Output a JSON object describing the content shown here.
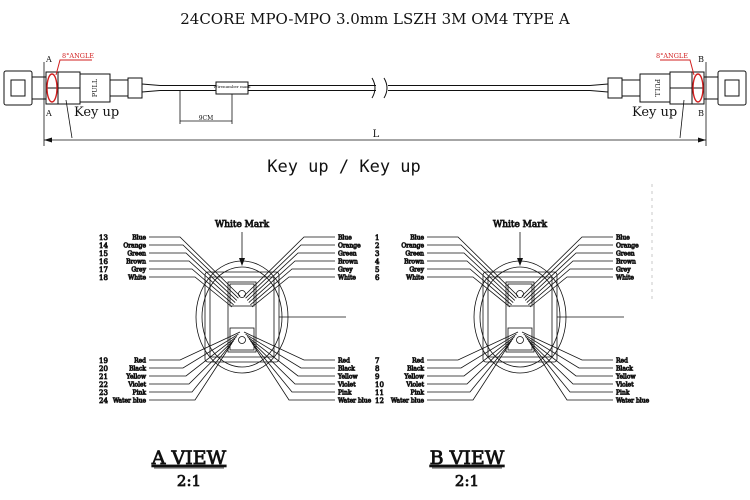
{
  "title": "24CORE MPO-MPO 3.0mm LSZH 3M OM4 TYPE A",
  "cable": {
    "end_a_letter": "A",
    "end_b_letter": "B",
    "angle_label": "8°ANGLE",
    "pull_label": "PULL",
    "key_up_label": "Key up",
    "wire_mark_label": "Wirenumber mark",
    "dim_small": "9CM",
    "dim_length": "L"
  },
  "subtitle": "Key up / Key up",
  "views": [
    {
      "white_mark": "White Mark",
      "view_label": "A VIEW",
      "scale": "2:1",
      "top_left": [
        {
          "num": "13",
          "color": "Blue"
        },
        {
          "num": "14",
          "color": "Orange"
        },
        {
          "num": "15",
          "color": "Green"
        },
        {
          "num": "16",
          "color": "Brown"
        },
        {
          "num": "17",
          "color": "Grey"
        },
        {
          "num": "18",
          "color": "White"
        }
      ],
      "top_right": [
        {
          "num": "1",
          "color": "Blue"
        },
        {
          "num": "2",
          "color": "Orange"
        },
        {
          "num": "3",
          "color": "Green"
        },
        {
          "num": "4",
          "color": "Brown"
        },
        {
          "num": "5",
          "color": "Grey"
        },
        {
          "num": "6",
          "color": "White"
        }
      ],
      "bottom_left": [
        {
          "num": "19",
          "color": "Red"
        },
        {
          "num": "20",
          "color": "Black"
        },
        {
          "num": "21",
          "color": "Yellow"
        },
        {
          "num": "22",
          "color": "Violet"
        },
        {
          "num": "23",
          "color": "Pink"
        },
        {
          "num": "24",
          "color": "Water blue"
        }
      ],
      "bottom_right": [
        {
          "num": "7",
          "color": "Red"
        },
        {
          "num": "8",
          "color": "Black"
        },
        {
          "num": "9",
          "color": "Yellow"
        },
        {
          "num": "10",
          "color": "Violet"
        },
        {
          "num": "11",
          "color": "Pink"
        },
        {
          "num": "12",
          "color": "Water blue"
        }
      ]
    },
    {
      "white_mark": "White Mark",
      "view_label": "B VIEW",
      "scale": "2:1",
      "top_left": [
        {
          "num": "",
          "color": "Blue"
        },
        {
          "num": "",
          "color": "Orange"
        },
        {
          "num": "",
          "color": "Green"
        },
        {
          "num": "",
          "color": "Brown"
        },
        {
          "num": "",
          "color": "Grey"
        },
        {
          "num": "",
          "color": "White"
        }
      ],
      "top_right": [
        {
          "num": "",
          "color": "Blue"
        },
        {
          "num": "",
          "color": "Orange"
        },
        {
          "num": "",
          "color": "Green"
        },
        {
          "num": "",
          "color": "Brown"
        },
        {
          "num": "",
          "color": "Grey"
        },
        {
          "num": "",
          "color": "White"
        }
      ],
      "bottom_left": [
        {
          "num": "",
          "color": "Red"
        },
        {
          "num": "",
          "color": "Black"
        },
        {
          "num": "",
          "color": "Yellow"
        },
        {
          "num": "",
          "color": "Violet"
        },
        {
          "num": "",
          "color": "Pink"
        },
        {
          "num": "",
          "color": "Water blue"
        }
      ],
      "bottom_right": [
        {
          "num": "",
          "color": "Red"
        },
        {
          "num": "",
          "color": "Black"
        },
        {
          "num": "",
          "color": "Yellow"
        },
        {
          "num": "",
          "color": "Violet"
        },
        {
          "num": "",
          "color": "Pink"
        },
        {
          "num": "",
          "color": "Water blue"
        }
      ]
    }
  ],
  "colors": {
    "line": "#111111",
    "accent_red": "#d21f1f"
  }
}
